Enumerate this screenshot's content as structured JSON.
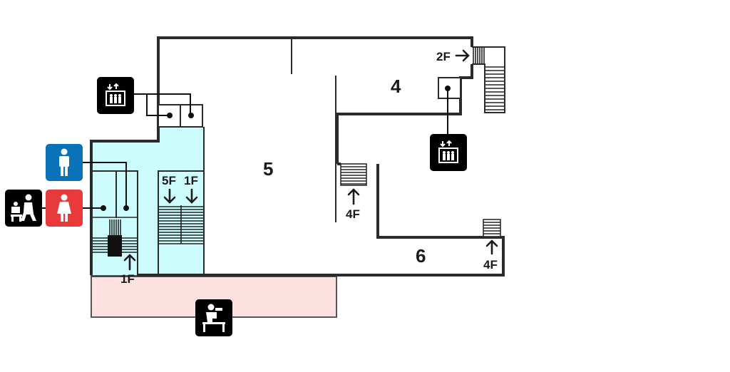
{
  "map": {
    "areas": [
      {
        "id": "4",
        "label": "4"
      },
      {
        "id": "5",
        "label": "5"
      },
      {
        "id": "6",
        "label": "6"
      }
    ],
    "stair_labels": {
      "top_right": "2F",
      "left_bottom": "1F",
      "center_down_a": "5F",
      "center_down_b": "1F",
      "mid_up": "4F",
      "right_up": "4F"
    },
    "icons": [
      {
        "name": "elevator-icon",
        "color": "#000000"
      },
      {
        "name": "elevator-icon",
        "color": "#000000"
      },
      {
        "name": "mens-restroom-icon",
        "color": "#0a72b8"
      },
      {
        "name": "womens-restroom-icon",
        "color": "#e83a3a"
      },
      {
        "name": "baby-care-icon",
        "color": "#000000"
      },
      {
        "name": "drinking-fountain-icon",
        "color": "#000000"
      }
    ],
    "zone_colors": {
      "restroom_corridor": "#ccfcfc",
      "lobby_strip": "#fde0e0"
    }
  }
}
